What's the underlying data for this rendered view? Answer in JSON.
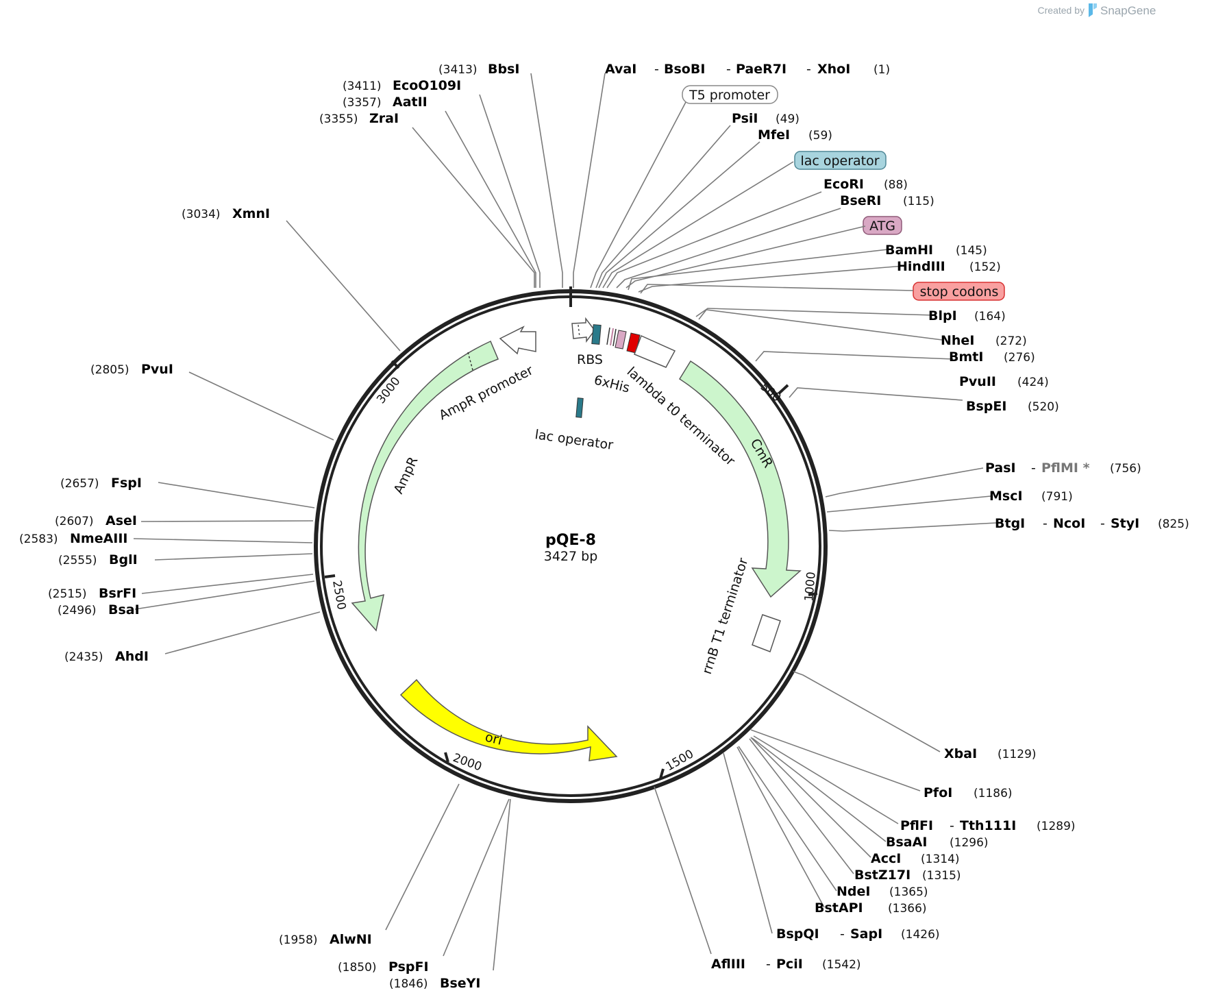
{
  "credit": {
    "created_by": "Created by",
    "brand": "SnapGene"
  },
  "plasmid": {
    "name": "pQE-8",
    "length": "3427 bp"
  },
  "tick_labels": [
    "500",
    "1000",
    "1500",
    "2000",
    "2500",
    "3000"
  ],
  "features": {
    "t5_promoter": "T5 promoter",
    "lac_operator": "lac operator",
    "atg": "ATG",
    "stop_codons": "stop codons",
    "rbs": "RBS",
    "his6": "6xHis",
    "lambda": "lambda t0 terminator",
    "cmr": "CmR",
    "rrnb": "rrnB T1 terminator",
    "ori": "ori",
    "ampr": "AmpR",
    "ampr_promoter": "AmpR promoter",
    "lac_operator2": "lac operator"
  },
  "colors": {
    "lac_operator": "#a8d4de",
    "atg": "#d9a8c4",
    "stop": "#f9a0a0",
    "resistance": "#ccf5cc",
    "ori": "#ffff00",
    "red_mark": "#e00000",
    "teal": "#2a7a8a"
  },
  "sites": {
    "BbsI": {
      "name": "BbsI",
      "pos": "(3413)"
    },
    "EcoO109I": {
      "name": "EcoO109I",
      "pos": "(3411)"
    },
    "AatII": {
      "name": "AatII",
      "pos": "(3357)"
    },
    "ZraI": {
      "name": "ZraI",
      "pos": "(3355)"
    },
    "top": {
      "n1": "AvaI",
      "n2": "BsoBI",
      "n3": "PaeR7I",
      "n4": "XhoI",
      "pos": "(1)"
    },
    "PsiI": {
      "name": "PsiI",
      "pos": "(49)"
    },
    "MfeI": {
      "name": "MfeI",
      "pos": "(59)"
    },
    "EcoRI": {
      "name": "EcoRI",
      "pos": "(88)"
    },
    "BseRI": {
      "name": "BseRI",
      "pos": "(115)"
    },
    "BamHI": {
      "name": "BamHI",
      "pos": "(145)"
    },
    "HindIII": {
      "name": "HindIII",
      "pos": "(152)"
    },
    "BlpI": {
      "name": "BlpI",
      "pos": "(164)"
    },
    "NheI": {
      "name": "NheI",
      "pos": "(272)"
    },
    "BmtI": {
      "name": "BmtI",
      "pos": "(276)"
    },
    "PvuII": {
      "name": "PvuII",
      "pos": "(424)"
    },
    "BspEI": {
      "name": "BspEI",
      "pos": "(520)"
    },
    "PasI": {
      "name": "PasI",
      "name2": "PflMI *",
      "pos": "(756)"
    },
    "MscI": {
      "name": "MscI",
      "pos": "(791)"
    },
    "BtgI": {
      "name": "BtgI",
      "name2": "NcoI",
      "name3": "StyI",
      "pos": "(825)"
    },
    "XbaI": {
      "name": "XbaI",
      "pos": "(1129)"
    },
    "PfoI": {
      "name": "PfoI",
      "pos": "(1186)"
    },
    "PflFI": {
      "name": "PflFI",
      "name2": "Tth111I",
      "pos": "(1289)"
    },
    "BsaAI": {
      "name": "BsaAI",
      "pos": "(1296)"
    },
    "AccI": {
      "name": "AccI",
      "pos": "(1314)"
    },
    "BstZ17I": {
      "name": "BstZ17I",
      "pos": "(1315)"
    },
    "NdeI": {
      "name": "NdeI",
      "pos": "(1365)"
    },
    "BstAPI": {
      "name": "BstAPI",
      "pos": "(1366)"
    },
    "BspQI": {
      "name": "BspQI",
      "name2": "SapI",
      "pos": "(1426)"
    },
    "AflIII": {
      "name": "AflIII",
      "name2": "PciI",
      "pos": "(1542)"
    },
    "AlwNI": {
      "name": "AlwNI",
      "pos": "(1958)"
    },
    "PspFI": {
      "name": "PspFI",
      "pos": "(1850)"
    },
    "BseYI": {
      "name": "BseYI",
      "pos": "(1846)"
    },
    "XmnI": {
      "name": "XmnI",
      "pos": "(3034)"
    },
    "PvuI": {
      "name": "PvuI",
      "pos": "(2805)"
    },
    "FspI": {
      "name": "FspI",
      "pos": "(2657)"
    },
    "AseI": {
      "name": "AseI",
      "pos": "(2607)"
    },
    "NmeAIII": {
      "name": "NmeAIII",
      "pos": "(2583)"
    },
    "BglI": {
      "name": "BglI",
      "pos": "(2555)"
    },
    "BsrFI": {
      "name": "BsrFI",
      "pos": "(2515)"
    },
    "BsaI": {
      "name": "BsaI",
      "pos": "(2496)"
    },
    "AhdI": {
      "name": "AhdI",
      "pos": "(2435)"
    }
  }
}
